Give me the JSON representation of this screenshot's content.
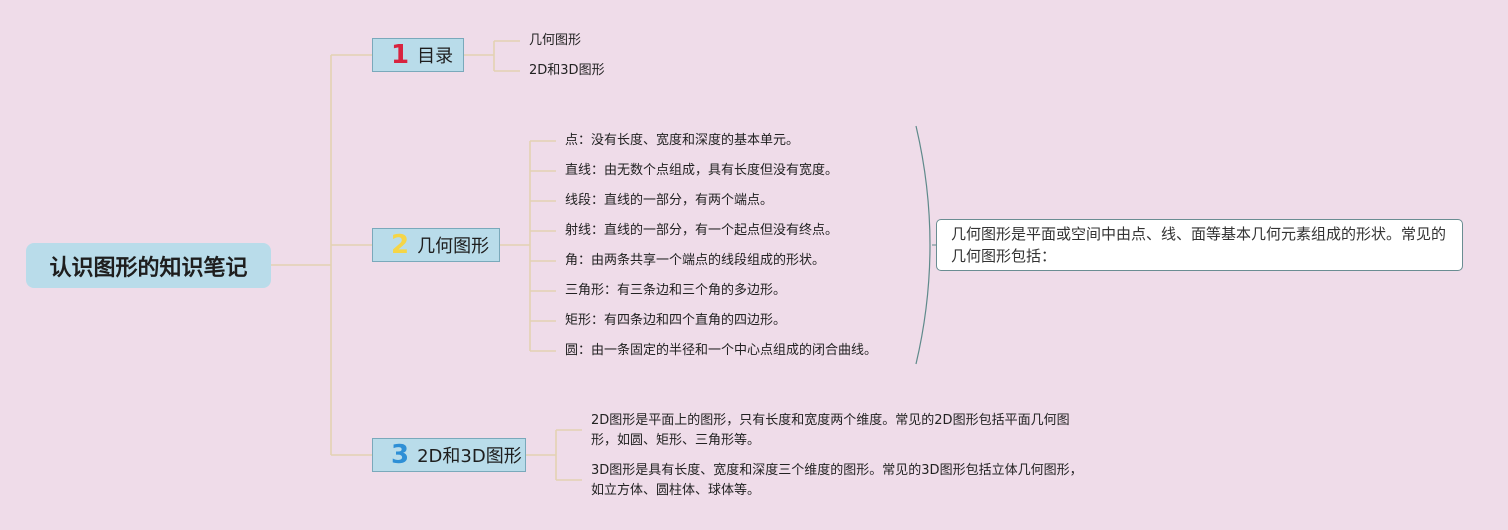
{
  "root": {
    "title": "认识图形的知识笔记"
  },
  "branches": [
    {
      "number": "1",
      "number_color": "#d8233f",
      "label": "目录",
      "items": [
        "几何图形",
        "2D和3D图形"
      ]
    },
    {
      "number": "2",
      "number_color": "#f5d547",
      "label": "几何图形",
      "items": [
        "点：没有长度、宽度和深度的基本单元。",
        "直线：由无数个点组成，具有长度但没有宽度。",
        "线段：直线的一部分，有两个端点。",
        "射线：直线的一部分，有一个起点但没有终点。",
        "角：由两条共享一个端点的线段组成的形状。",
        "三角形：有三条边和三个角的多边形。",
        "矩形：有四条边和四个直角的四边形。",
        "圆：由一条固定的半径和一个中心点组成的闭合曲线。"
      ],
      "summary": "几何图形是平面或空间中由点、线、面等基本几何元素组成的形状。常见的几何图形包括："
    },
    {
      "number": "3",
      "number_color": "#2e8fd6",
      "label": "2D和3D图形",
      "items": [
        "2D图形是平面上的图形，只有长度和宽度两个维度。常见的2D图形包括平面几何图形，如圆、矩形、三角形等。",
        "3D图形是具有长度、宽度和深度三个维度的图形。常见的3D图形包括立体几何图形，如立方体、圆柱体、球体等。"
      ]
    }
  ],
  "colors": {
    "background": "#efdce9",
    "node_fill": "#b9dcea",
    "connector": "#e3d2b2",
    "brace": "#5f8a8b"
  }
}
